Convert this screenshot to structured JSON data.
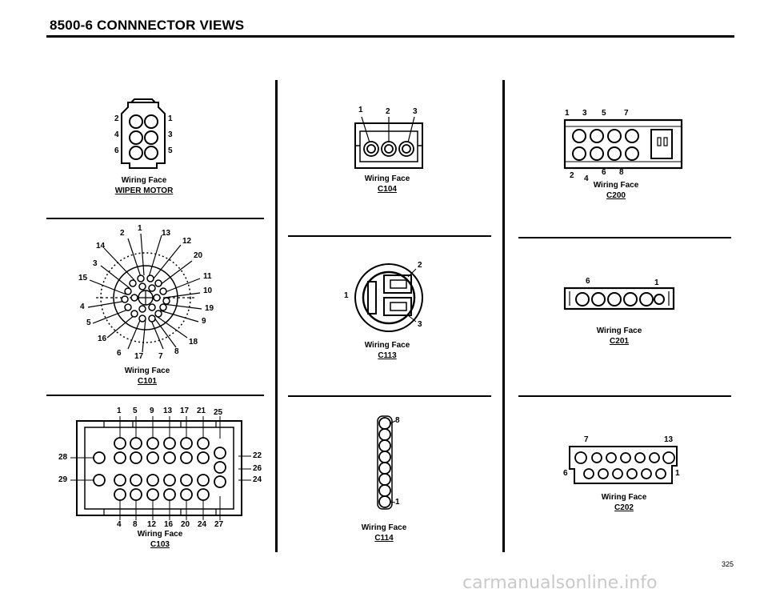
{
  "header": {
    "title": "8500-6   CONNNECTOR VIEWS"
  },
  "page_number": "325",
  "watermark": "carmanualsonline.info",
  "connectors": {
    "wiper": {
      "face": "Wiring Face",
      "name": "WIPER MOTOR",
      "pins": [
        "2",
        "1",
        "4",
        "3",
        "6",
        "5"
      ]
    },
    "c101": {
      "face": "Wiring Face",
      "name": "C101",
      "pins": [
        "2",
        "1",
        "13",
        "12",
        "14",
        "20",
        "3",
        "11",
        "15",
        "10",
        "4",
        "19",
        "5",
        "9",
        "16",
        "18",
        "6",
        "17",
        "7",
        "8"
      ]
    },
    "c103": {
      "face": "Wiring Face",
      "name": "C103",
      "top_pins": [
        "1",
        "5",
        "9",
        "13",
        "17",
        "21",
        "25"
      ],
      "bottom_pins": [
        "4",
        "8",
        "12",
        "16",
        "20",
        "24",
        "27"
      ],
      "left_pins": [
        "28",
        "29"
      ],
      "right_pins": [
        "22",
        "26",
        "24"
      ]
    },
    "c104": {
      "face": "Wiring Face",
      "name": "C104",
      "pins": [
        "1",
        "2",
        "3"
      ]
    },
    "c113": {
      "face": "Wiring Face",
      "name": "C113",
      "pins": [
        "2",
        "1",
        "3"
      ]
    },
    "c114": {
      "face": "Wiring Face",
      "name": "C114",
      "pins": [
        "8",
        "1"
      ]
    },
    "c200": {
      "face": "Wiring Face",
      "name": "C200",
      "top_pins": [
        "1",
        "3",
        "5",
        "7"
      ],
      "bottom_pins": [
        "2",
        "4",
        "6",
        "8"
      ]
    },
    "c201": {
      "face": "Wiring Face",
      "name": "C201",
      "pins": [
        "6",
        "1"
      ]
    },
    "c202": {
      "face": "Wiring Face",
      "name": "C202",
      "pins": [
        "7",
        "13",
        "6",
        "1"
      ]
    }
  }
}
